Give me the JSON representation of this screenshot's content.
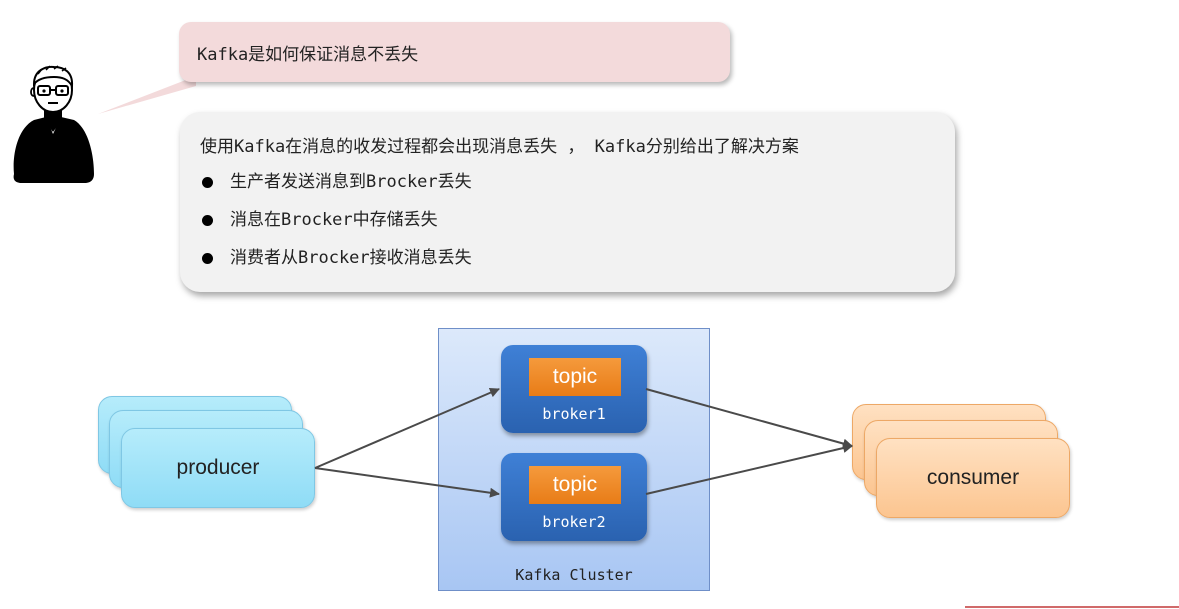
{
  "question": {
    "text": "Kafka是如何保证消息不丢失"
  },
  "answer": {
    "intro": "使用Kafka在消息的收发过程都会出现消息丢失 ， Kafka分别给出了解决方案",
    "items": [
      "生产者发送消息到Brocker丢失",
      "消息在Brocker中存储丢失",
      "消费者从Brocker接收消息丢失"
    ]
  },
  "diagram": {
    "producer_label": "producer",
    "consumer_label": "consumer",
    "cluster_label": "Kafka Cluster",
    "brokers": [
      {
        "topic": "topic",
        "name": "broker1"
      },
      {
        "topic": "topic",
        "name": "broker2"
      }
    ]
  },
  "colors": {
    "question_bubble": "#f3dadb",
    "answer_bubble": "#f2f2f2",
    "broker": "#2f6cc0",
    "topic": "#ee8a25",
    "producer": "#a6e4f8",
    "consumer": "#fdd0a4",
    "cluster": "#bcd3f6"
  }
}
